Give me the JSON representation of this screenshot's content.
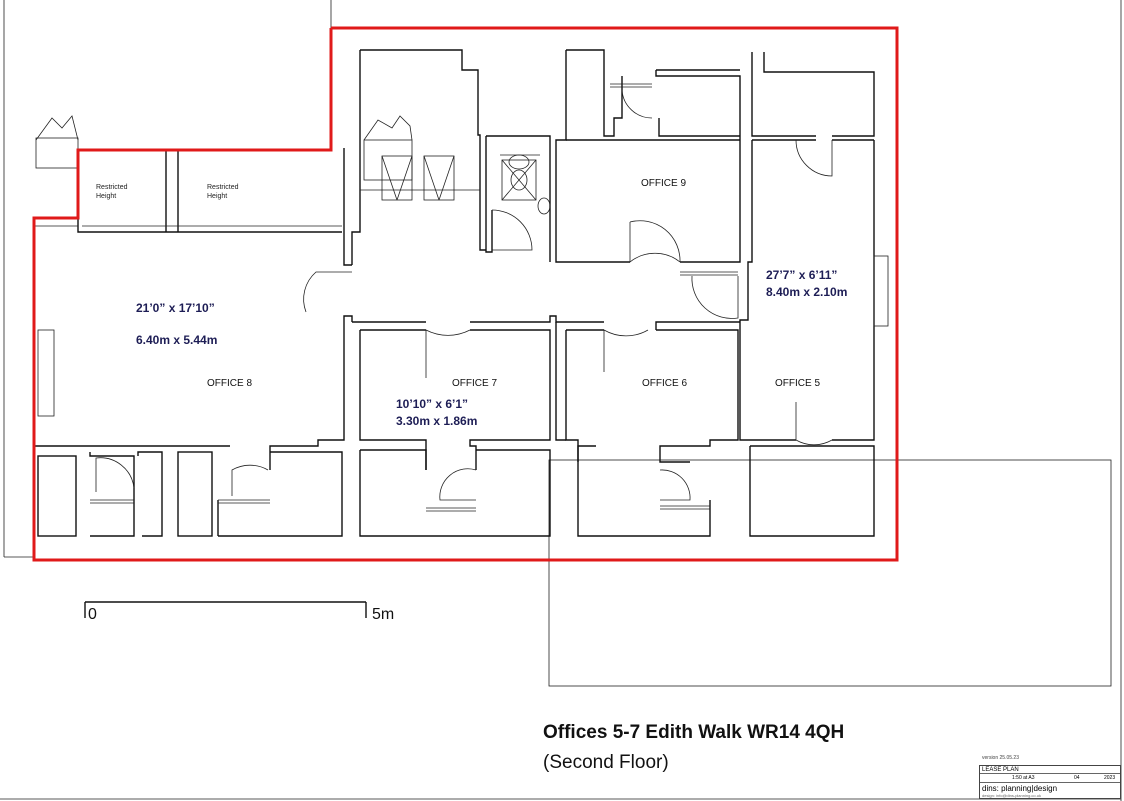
{
  "plan": {
    "rooms": [
      {
        "name": "office-8",
        "label": "OFFICE 8",
        "dim_imperial": "21’0” x 17’10”",
        "dim_metric": "6.40m x 5.44m"
      },
      {
        "name": "office-7",
        "label": "OFFICE 7",
        "dim_imperial": "10’10” x 6’1”",
        "dim_metric": "3.30m x 1.86m"
      },
      {
        "name": "office-6",
        "label": "OFFICE 6"
      },
      {
        "name": "office-5",
        "label": "OFFICE 5",
        "dim_imperial": "27’7” x 6’11”",
        "dim_metric": "8.40m x 2.10m"
      },
      {
        "name": "office-9",
        "label": "OFFICE 9"
      }
    ],
    "restricted": [
      {
        "line1": "Restricted",
        "line2": "Height"
      },
      {
        "line1": "Restricted",
        "line2": "Height"
      }
    ],
    "lease_outline_color": "#e01a1a",
    "scale_bar": {
      "start": "0",
      "end": "5m"
    }
  },
  "title": "Offices 5-7 Edith Walk WR14 4QH",
  "subtitle": "(Second Floor)",
  "title_block": {
    "version": "version 25.05.23",
    "heading": "LEASE PLAN",
    "scale": "1:50 at A3",
    "sheet": "04",
    "year": "2023",
    "company": "dins: planning|design",
    "contact": "design: info@dins-planning.co.uk"
  }
}
